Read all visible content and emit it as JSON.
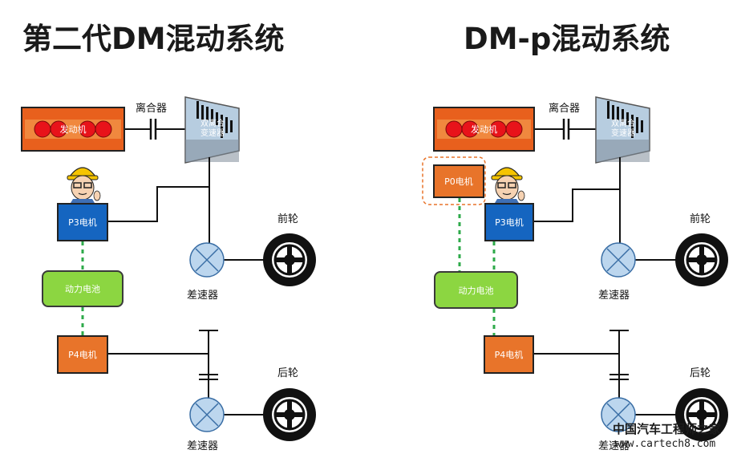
{
  "left": {
    "title": "第二代DM混动系统",
    "clutch": "离合器",
    "engine": "发动机",
    "gearbox_line1": "双离合",
    "gearbox_line2": "变速器",
    "p3": "P3电机",
    "battery": "动力电池",
    "p4": "P4电机",
    "front_diff": "差速器",
    "rear_diff": "差速器",
    "front_wheel": "前轮",
    "rear_wheel": "后轮"
  },
  "right": {
    "title": "DM-p混动系统",
    "clutch": "离合器",
    "engine": "发动机",
    "gearbox_line1": "双离合",
    "gearbox_line2": "变速器",
    "p0": "P0电机",
    "p3": "P3电机",
    "battery": "动力电池",
    "p4": "P4电机",
    "front_diff": "差速器",
    "rear_diff": "差速器",
    "front_wheel": "前轮",
    "rear_wheel": "后轮"
  },
  "watermark": {
    "line1": "中国汽车工程师之家",
    "line2": "www.cartech8.com"
  },
  "colors": {
    "engine": "#e8601d",
    "p3": "#1565c0",
    "motor": "#e8742a",
    "battery": "#8cd641",
    "gearbox": "#b7cde0",
    "diff": "#bcd6ee",
    "hv_link": "#2eaa4a"
  }
}
